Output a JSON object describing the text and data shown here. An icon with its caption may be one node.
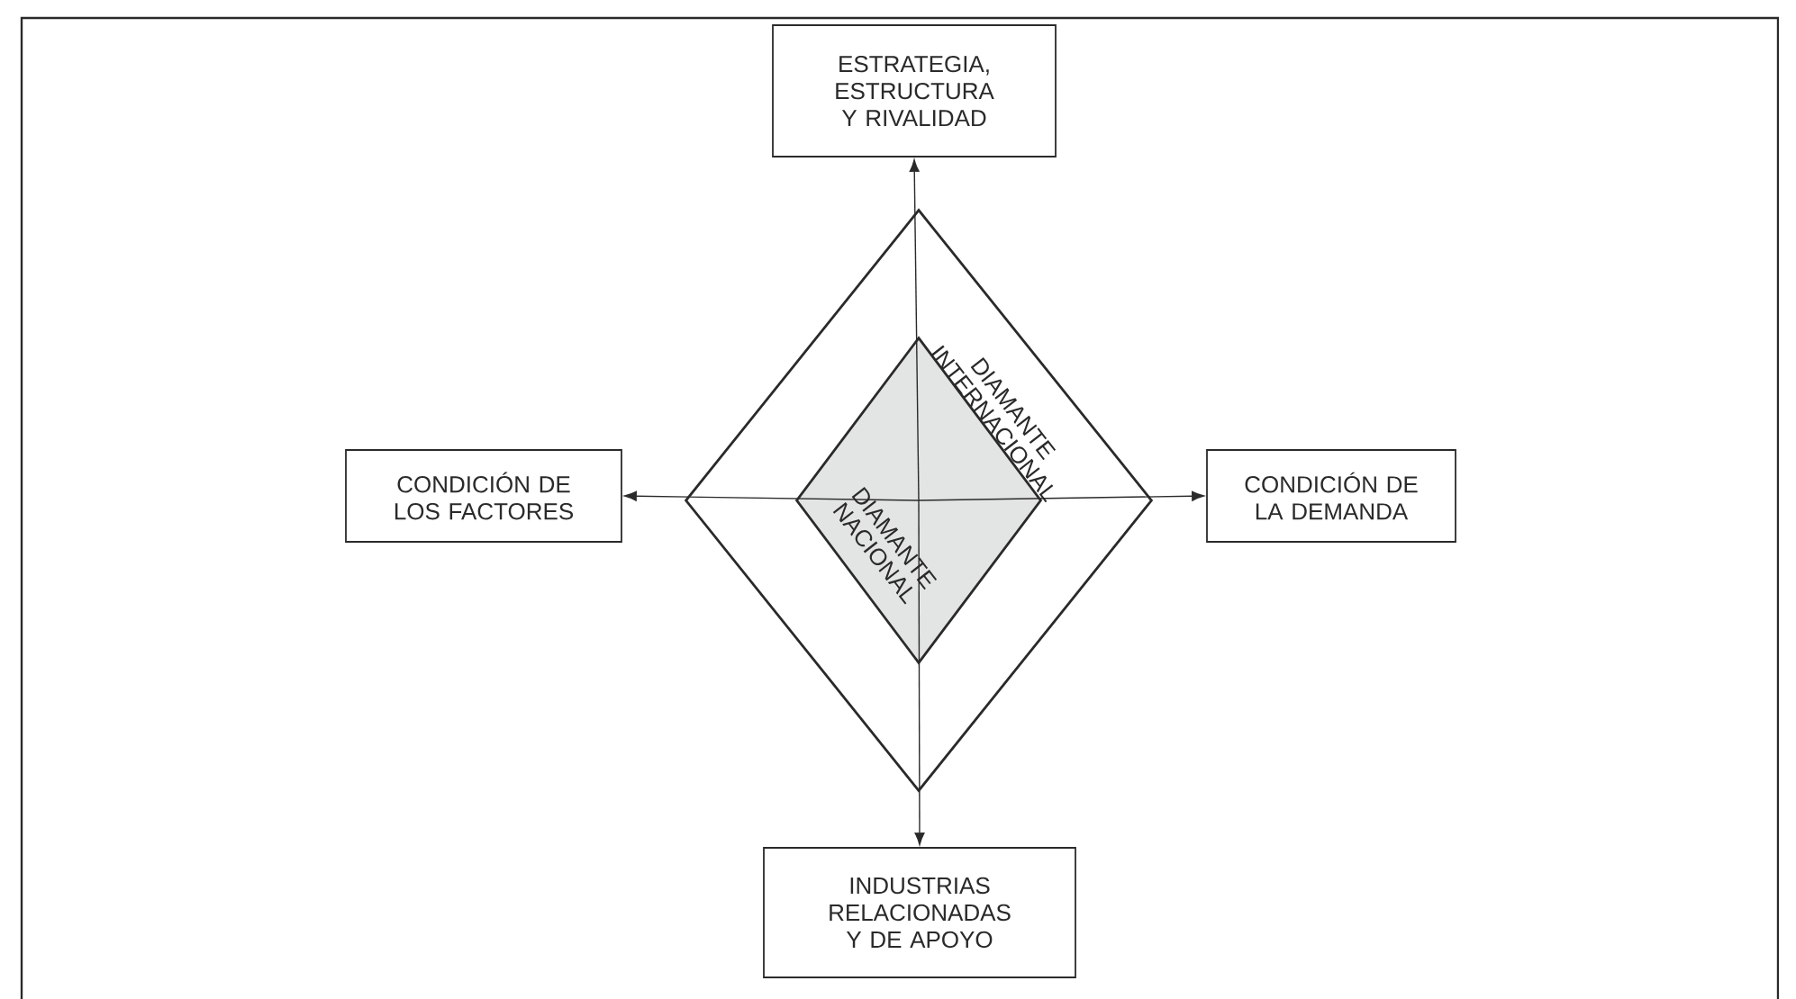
{
  "diagram": {
    "nodes": [
      {
        "text": [
          "ESTRATEGIA, ESTRUCTURA Y RIVALIDAD"
        ]
      },
      {
        "text": [
          "DIAMANTE INTERNACIONAL"
        ]
      },
      {
        "text": [
          "DIAMANTE NACIONAL"
        ],
        "in": 1
      },
      {
        "text": [
          "CONDICIÓN DE LOS FACTORES"
        ]
      },
      {
        "text": [
          "CONDICIÓN DE LA DEMANDA"
        ]
      },
      {
        "text": [
          "INDUSTRIAS RELACIONADAS Y DE APOYO"
        ]
      }
    ],
    "edges": [
      {
        "from": 2,
        "to": 0,
        "arrow": "to"
      },
      {
        "from": 2,
        "to": 3,
        "arrow": "to"
      },
      {
        "from": 2,
        "to": 4,
        "arrow": "to"
      },
      {
        "from": 2,
        "to": 5,
        "arrow": "to"
      }
    ]
  }
}
